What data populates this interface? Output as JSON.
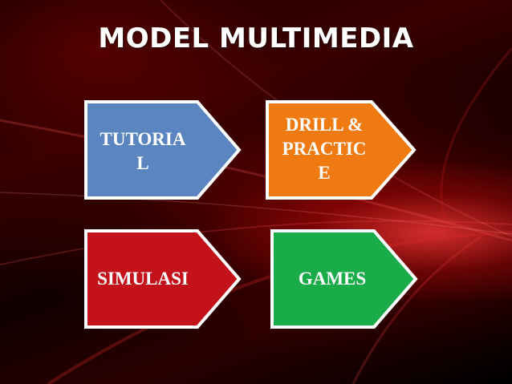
{
  "title": "MODEL MULTIMEDIA",
  "colors": {
    "tutorial": "#5b85c0",
    "drill": "#f07a12",
    "simulasi": "#c4121b",
    "games": "#1aac48",
    "border": "#ffffff"
  },
  "items": [
    {
      "label": "TUTORIA\nL",
      "color_key": "tutorial"
    },
    {
      "label": "DRILL &\nPRACTIC\nE",
      "color_key": "drill"
    },
    {
      "label": "SIMULASI",
      "color_key": "simulasi"
    },
    {
      "label": "GAMES",
      "color_key": "games"
    }
  ]
}
